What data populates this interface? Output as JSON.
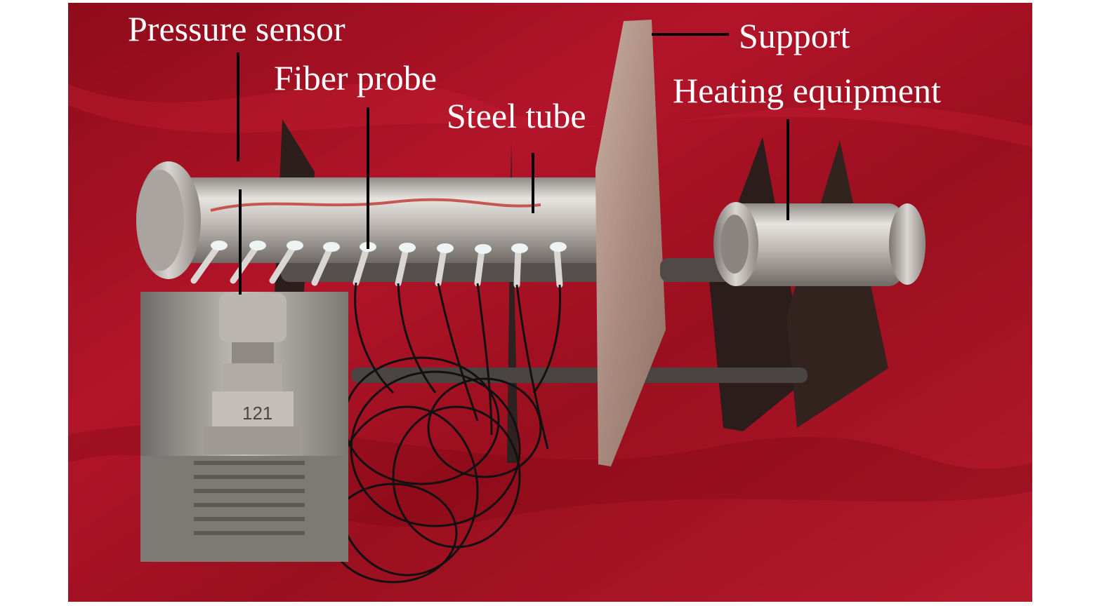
{
  "labels": {
    "pressure_sensor": "Pressure sensor",
    "fiber_probe": "Fiber probe",
    "steel_tube": "Steel tube",
    "support": "Support",
    "heating_equipment": "Heating equipment"
  },
  "inset": {
    "engraving": "121"
  },
  "colors": {
    "background_cloth": "#a3101e",
    "leader_line": "#000000",
    "label_text": "#ffffff",
    "steel": "#c8c4c0",
    "plate": "#b89a8e"
  }
}
